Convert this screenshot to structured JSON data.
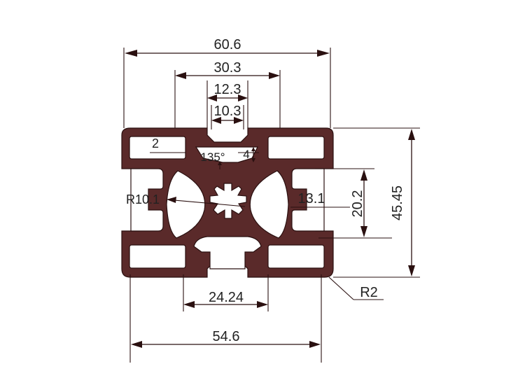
{
  "dimensions": {
    "overall_width": "60.6",
    "top_slot_span": "30.3",
    "slot_opening_outer": "12.3",
    "slot_opening_inner": "10.3",
    "chamfer_depth": "2",
    "lip_angle": "135°",
    "lip_thickness": "4",
    "center_radius": "R10.1",
    "inner_height": "13.1",
    "slot_height": "20.2",
    "overall_height": "45.45",
    "corner_radius": "R2",
    "bottom_slot_span": "24.24",
    "bottom_width": "54.6"
  },
  "colors": {
    "profile": "#5a2a2a",
    "line": "#2a1010",
    "text": "#222222"
  }
}
